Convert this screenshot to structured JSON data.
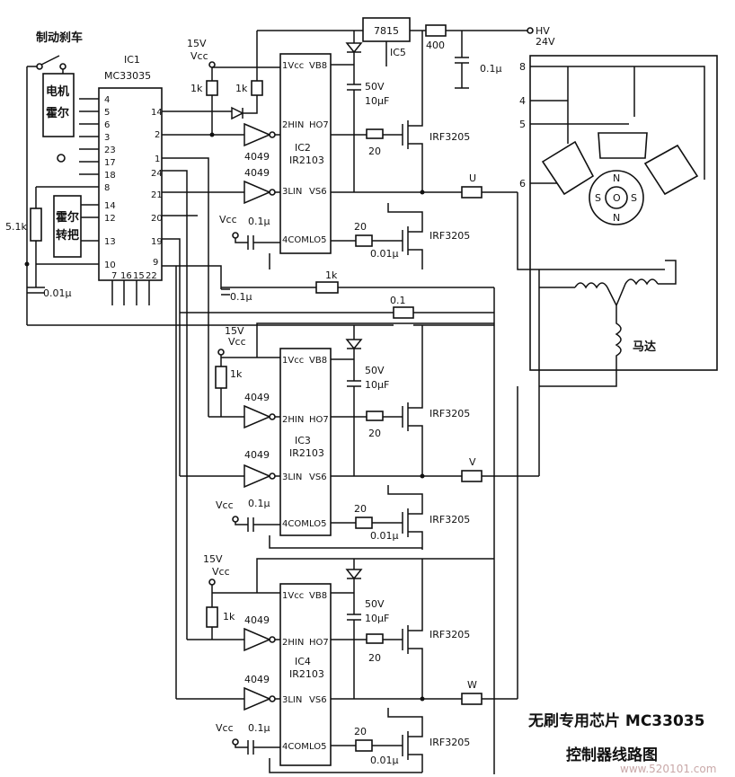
{
  "title": {
    "line1": "无刷专用芯片 MC33035",
    "line2": "控制器线路图",
    "watermark": "www.520101.com"
  },
  "ic1": {
    "name": "IC1",
    "part": "MC33035",
    "left_pins": [
      "4",
      "5",
      "6",
      "3",
      "23",
      "17",
      "18",
      "8",
      "14",
      "12",
      "13",
      "10"
    ],
    "bottom_pins": [
      "7",
      "16",
      "15",
      "22"
    ],
    "right_pins": [
      "14",
      "2",
      "1",
      "24",
      "21",
      "20",
      "19",
      "9"
    ]
  },
  "labels": {
    "brake": "制动刹车",
    "motor_hall": [
      "电机",
      "霍尔"
    ],
    "hall_handle": [
      "霍尔",
      "转把"
    ],
    "r_5k1": "5.1k",
    "c_001": "0.01μ",
    "vcc": "Vcc",
    "v15": "15V",
    "r_1k": "1k",
    "r_400": "400",
    "regulator": "7815",
    "ic5": "IC5",
    "c_01": "0.1μ",
    "hv": "HV",
    "v24": "24V",
    "cap_50v": "50V",
    "cap_10u": "10μF",
    "r_20": "20",
    "mosfet": "IRF3205",
    "inverter": "4049",
    "r_01": "0.1",
    "phase_u": "U",
    "phase_v": "V",
    "phase_w": "W",
    "motor": "马达",
    "hall_pins": [
      "8",
      "4",
      "5",
      "6"
    ],
    "magnet_n": "N",
    "magnet_s": "S",
    "magnet_o": "O"
  },
  "drivers": [
    {
      "ic": "IC2",
      "part": "IR2103",
      "pins": [
        "1Vcc",
        "VB8",
        "2HIN",
        "HO7",
        "3LIN",
        "VS6",
        "4COM",
        "LO5"
      ]
    },
    {
      "ic": "IC3",
      "part": "IR2103",
      "pins": [
        "1Vcc",
        "VB8",
        "2HIN",
        "HO7",
        "3LIN",
        "VS6",
        "4COM",
        "LO5"
      ]
    },
    {
      "ic": "IC4",
      "part": "IR2103",
      "pins": [
        "1Vcc",
        "VB8",
        "2HIN",
        "HO7",
        "3LIN",
        "VS6",
        "4COM",
        "LO5"
      ]
    }
  ]
}
